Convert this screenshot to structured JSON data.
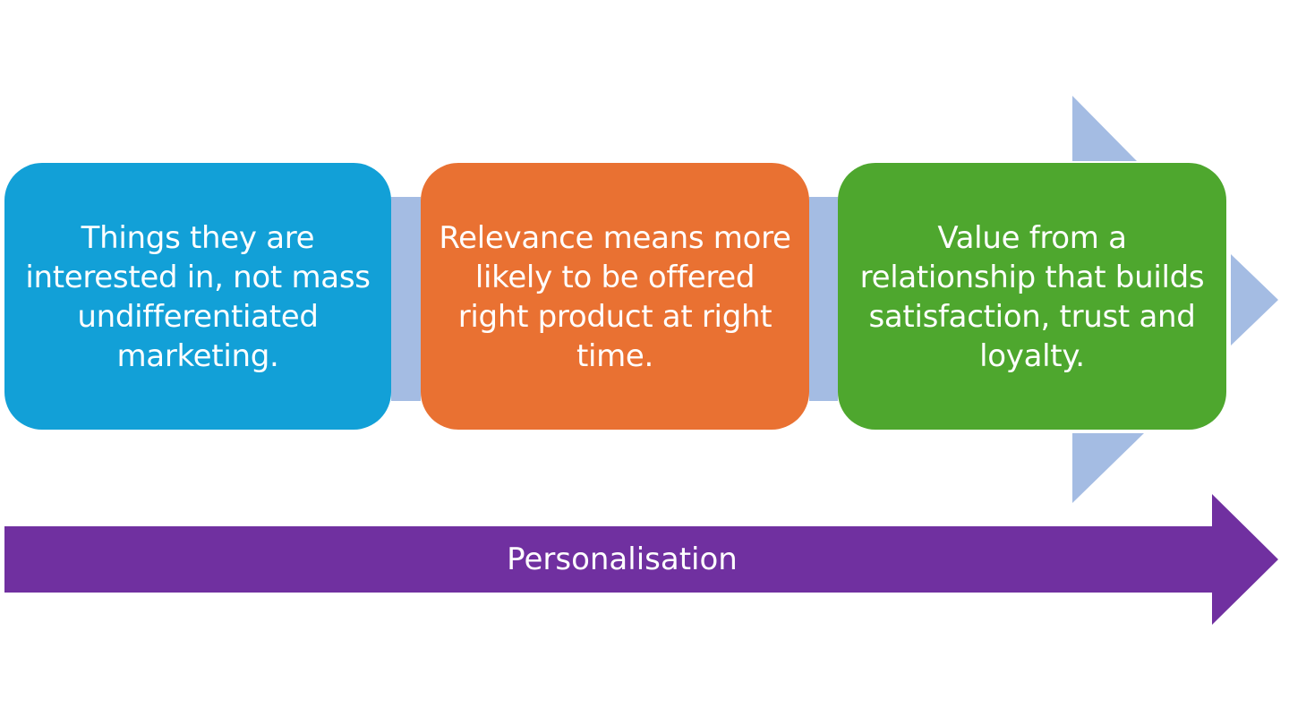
{
  "diagram": {
    "steps": [
      {
        "text": "Things they are interested in, not mass undifferentiated marketing."
      },
      {
        "text": "Relevance means more likely to be offered right product at right time."
      },
      {
        "text": "Value from a relationship that builds satisfaction, trust and loyalty."
      }
    ],
    "banner": {
      "label": "Personalisation"
    },
    "colors": {
      "step_1": "#12A0D7",
      "step_2": "#E97132",
      "step_3": "#4EA72E",
      "connector": "#A4BCE3",
      "banner": "#7030A0",
      "text": "#FFFFFF",
      "background": "#FFFFFF"
    }
  }
}
